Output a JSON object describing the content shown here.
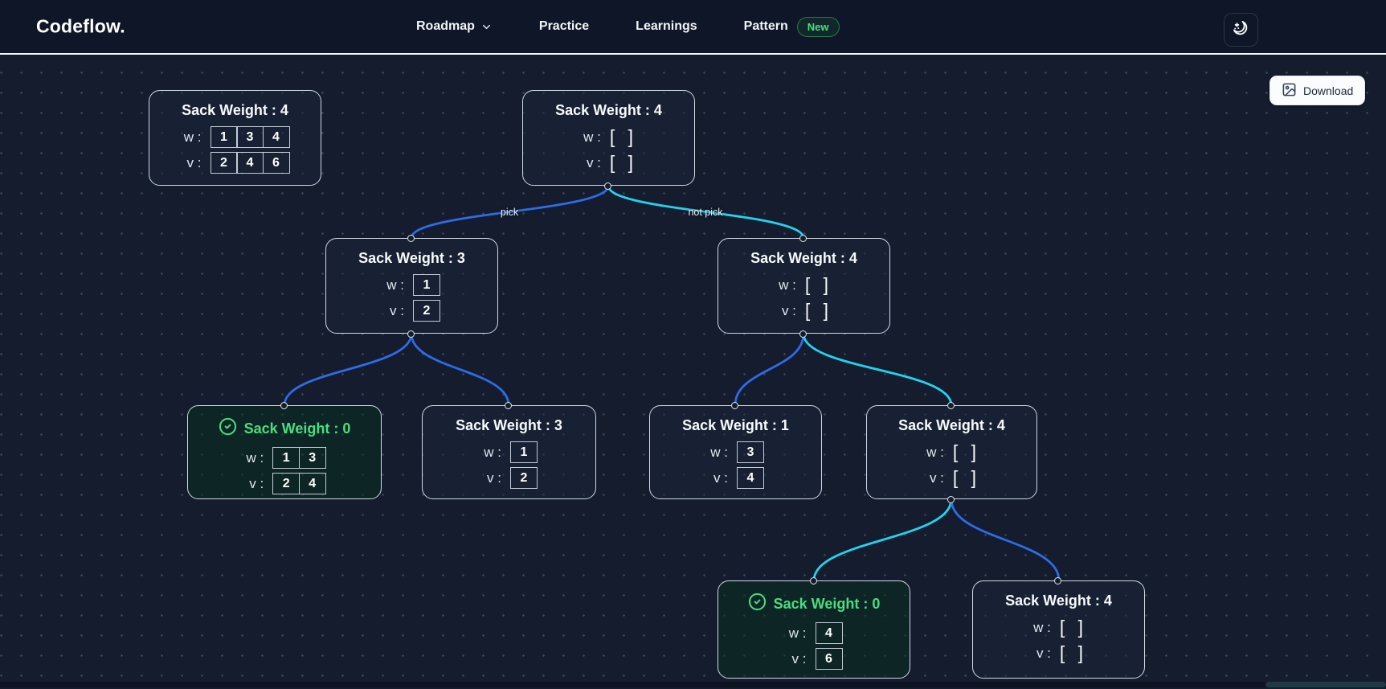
{
  "navbar": {
    "logo": "Codeflow.",
    "links": {
      "roadmap": "Roadmap",
      "practice": "Practice",
      "learnings": "Learnings",
      "pattern": "Pattern",
      "pattern_badge": "New"
    }
  },
  "canvas": {
    "download_label": "Download",
    "labels": {
      "w": "w :",
      "v": "v :"
    },
    "empty_array": "[ ]",
    "edges": {
      "pick_label": "pick",
      "not_pick_label": "not pick"
    },
    "colors": {
      "pick_edge": "#2f6be6",
      "not_pick_edge": "#22d3ee",
      "success_green": "#4ade80",
      "node_border": "#cfd8e3",
      "canvas_bg": "#141c2e",
      "navbar_bg": "#0f1627"
    },
    "icons": {
      "theme_toggle": "moon-stars-icon",
      "download": "image-icon",
      "roadmap_caret": "chevron-down-icon",
      "success": "check-circle-icon"
    },
    "nodes": [
      {
        "title": "Sack Weight : 4",
        "w": [
          "1",
          "3",
          "4"
        ],
        "v": [
          "2",
          "4",
          "6"
        ]
      },
      {
        "title": "Sack Weight : 4",
        "w": [],
        "v": []
      },
      {
        "title": "Sack Weight : 3",
        "w": [
          "1"
        ],
        "v": [
          "2"
        ]
      },
      {
        "title": "Sack Weight : 4",
        "w": [],
        "v": []
      },
      {
        "title": "Sack Weight : 0",
        "w": [
          "1",
          "3"
        ],
        "v": [
          "2",
          "4"
        ],
        "status": "success"
      },
      {
        "title": "Sack Weight : 3",
        "w": [
          "1"
        ],
        "v": [
          "2"
        ]
      },
      {
        "title": "Sack Weight : 1",
        "w": [
          "3"
        ],
        "v": [
          "4"
        ]
      },
      {
        "title": "Sack Weight : 4",
        "w": [],
        "v": []
      },
      {
        "title": "Sack Weight : 0",
        "w": [
          "4"
        ],
        "v": [
          "6"
        ],
        "status": "success"
      },
      {
        "title": "Sack Weight : 4",
        "w": [],
        "v": []
      }
    ]
  }
}
